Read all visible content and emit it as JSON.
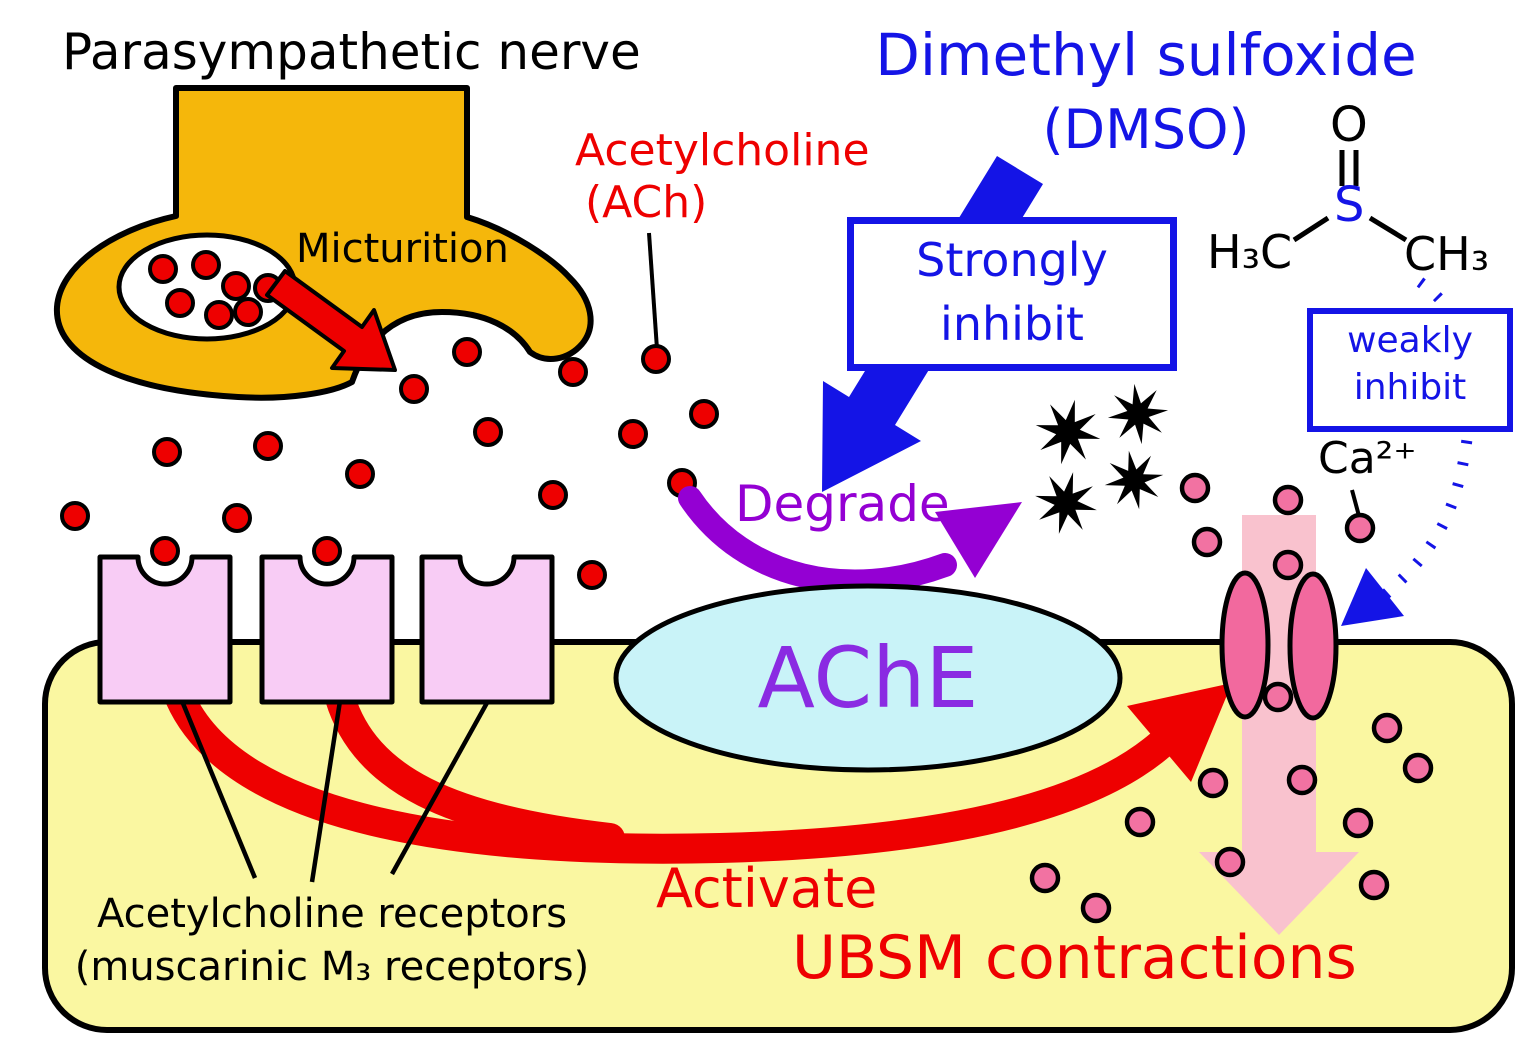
{
  "diagram": {
    "title_top_left": "Parasympathetic nerve",
    "micturition": "Micturition",
    "ach": {
      "line1": "Acetylcholine",
      "line2": "(ACh)"
    },
    "dmso": {
      "line1": "Dimethyl sulfoxide",
      "line2": "(DMSO)"
    },
    "strongly_inhibit": {
      "line1": "Strongly",
      "line2": "inhibit"
    },
    "weakly_inhibit": {
      "line1": "weakly",
      "line2": "inhibit"
    },
    "degrade": "Degrade",
    "ache_enzyme": "AChE",
    "calcium": "Ca²⁺",
    "structure": {
      "o": "O",
      "s": "S",
      "h3c": "H₃C",
      "ch3": "CH₃"
    },
    "receptor_label": {
      "line1": "Acetylcholine receptors",
      "line2": "(muscarinic M₃ receptors)"
    },
    "activate": "Activate",
    "ubsm": "UBSM contractions",
    "icons": [
      "parasympathetic-nerve-terminal-shape",
      "synaptic-vesicle-ellipse",
      "ach-molecule-dot",
      "micturition-release-arrow",
      "strongly-inhibit-arrow",
      "degrade-arrow",
      "degraded-ach-star",
      "weakly-inhibit-dashed-arrow",
      "ache-enzyme-ellipse",
      "muscarinic-receptor",
      "ubsm-cell-membrane",
      "calcium-channel",
      "calcium-influx-arrow",
      "calcium-ion-dot",
      "activate-arrow"
    ],
    "colors": {
      "nerve_fill": "#f5b70b",
      "cell_fill": "#faf7a1",
      "receptor_fill": "#f8ccf5",
      "channel_fill": "#f2699e",
      "influx_arrow": "#f9c2ce",
      "ca_ion": "#f272a2",
      "ach_dot": "#ee0000",
      "red_text_arrows": "#ee0000",
      "blue_text_arrows": "#1414e6",
      "purple_arrow_text": "#9400d3",
      "ache_text": "#8a2be2",
      "ache_ellipse_fill": "#c9f3f8",
      "star_fill": "#000000",
      "outline": "#000000"
    }
  }
}
